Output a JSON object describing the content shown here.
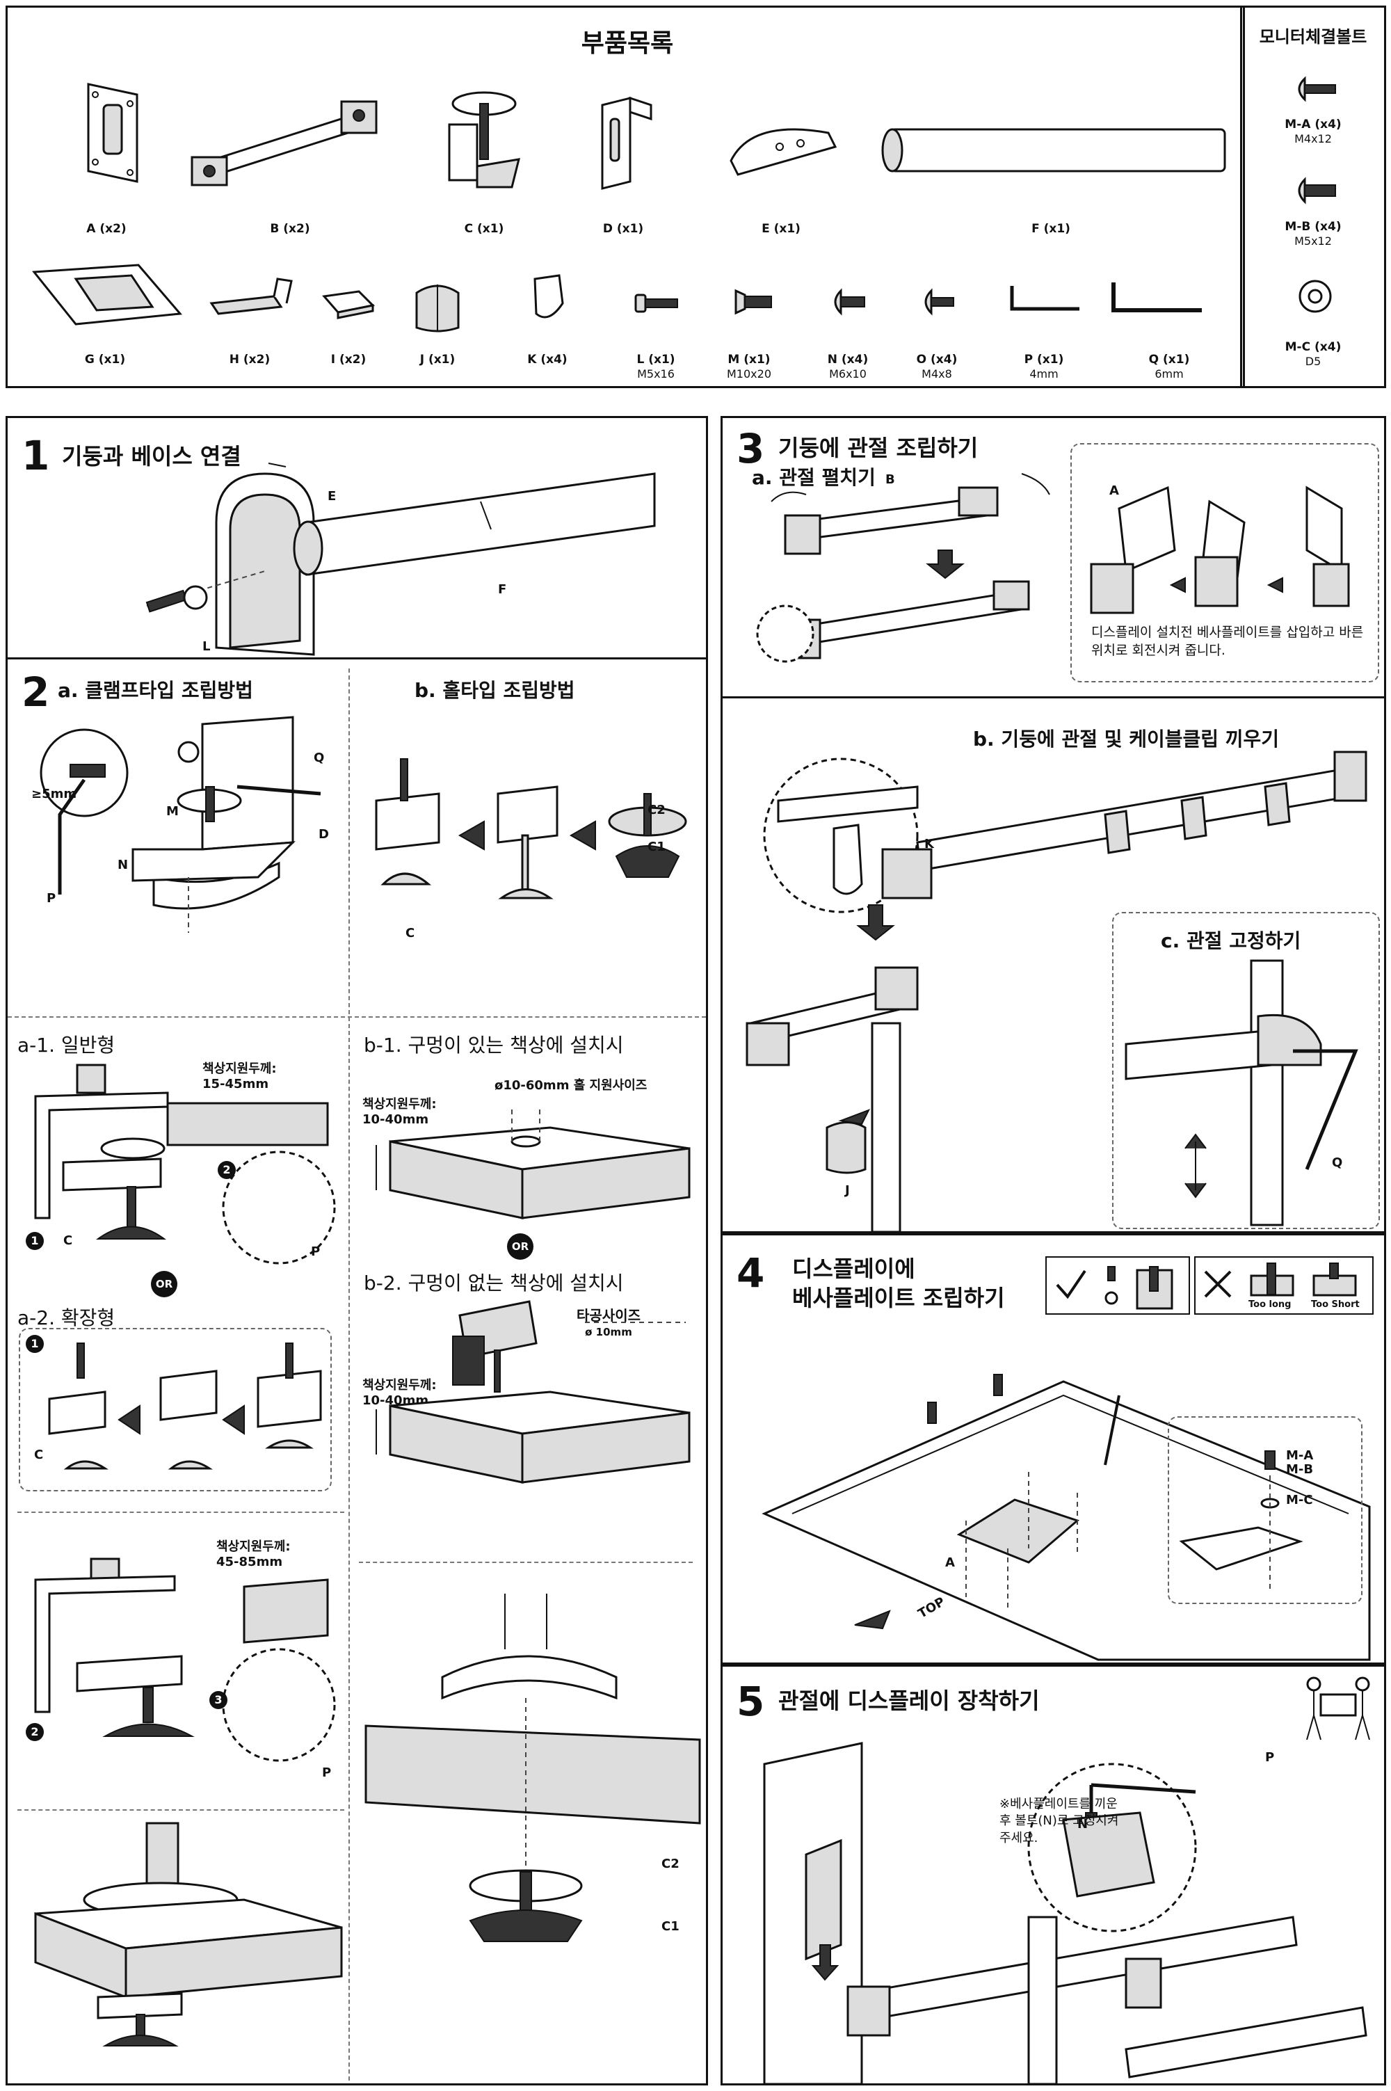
{
  "parts": {
    "title": "부품목록",
    "items": [
      {
        "id": "A",
        "qty": "A (x2)",
        "size": ""
      },
      {
        "id": "B",
        "qty": "B (x2)",
        "size": ""
      },
      {
        "id": "C",
        "qty": "C (x1)",
        "size": ""
      },
      {
        "id": "D",
        "qty": "D (x1)",
        "size": ""
      },
      {
        "id": "E",
        "qty": "E (x1)",
        "size": ""
      },
      {
        "id": "F",
        "qty": "F (x1)",
        "size": ""
      },
      {
        "id": "G",
        "qty": "G (x1)",
        "size": ""
      },
      {
        "id": "H",
        "qty": "H (x2)",
        "size": ""
      },
      {
        "id": "I",
        "qty": "I (x2)",
        "size": ""
      },
      {
        "id": "J",
        "qty": "J (x1)",
        "size": ""
      },
      {
        "id": "K",
        "qty": "K (x4)",
        "size": ""
      },
      {
        "id": "L",
        "qty": "L (x1)",
        "size": "M5x16"
      },
      {
        "id": "M",
        "qty": "M (x1)",
        "size": "M10x20"
      },
      {
        "id": "N",
        "qty": "N (x4)",
        "size": "M6x10"
      },
      {
        "id": "O",
        "qty": "O (x4)",
        "size": "M4x8"
      },
      {
        "id": "P",
        "qty": "P (x1)",
        "size": "4mm"
      },
      {
        "id": "Q",
        "qty": "Q (x1)",
        "size": "6mm"
      }
    ]
  },
  "bolts": {
    "title": "모니터체결볼트",
    "items": [
      {
        "qty": "M-A (x4)",
        "size": "M4x12"
      },
      {
        "qty": "M-B (x4)",
        "size": "M5x12"
      },
      {
        "qty": "M-C (x4)",
        "size": "D5"
      }
    ]
  },
  "s1": {
    "num": "1",
    "title": "기둥과 베이스 연결",
    "labels": {
      "e": "E",
      "f": "F",
      "l": "L"
    }
  },
  "s2": {
    "num": "2",
    "a_title": "a. 클램프타입 조립방법",
    "b_title": "b. 홀타입 조립방법",
    "labels": {
      "q": "Q",
      "m": "M",
      "d": "D",
      "n": "N",
      "p": "P",
      "c": "C",
      "mm5": "≥5mm",
      "c1": "C1",
      "c2": "C2"
    },
    "a1_title": "a-1. 일반형",
    "a1_thick": "책상지원두께:",
    "a1_range": "15-45mm",
    "a2_title": "a-2. 확장형",
    "a2_thick": "책상지원두께:",
    "a2_range": "45-85mm",
    "b1_title": "b-1. 구멍이 있는 책상에 설치시",
    "b1_hole": "ø10-60mm 홀 지원사이즈",
    "b1_thick": "책상지원두께:",
    "b1_range": "10-40mm",
    "b2_title": "b-2. 구멍이 없는 책상에 설치시",
    "b2_drill": "타공사이즈",
    "b2_drill_size": "ø 10mm",
    "b2_thick": "책상지원두께:",
    "b2_range": "10-40mm",
    "or": "OR",
    "steps": {
      "one": "1",
      "two": "2",
      "three": "3"
    }
  },
  "s3": {
    "num": "3",
    "title": "기둥에 관절 조립하기",
    "a_title": "a. 관절 펼치기",
    "b_label": "B",
    "a_label": "A",
    "note": "디스플레이 설치전 베사플레이트를 삽입하고 바른 위치로 회전시켜 줍니다.",
    "b_title": "b. 기둥에 관절 및 케이블클립 끼우기",
    "k_label": "K",
    "j_label": "J",
    "c_title": "c. 관절 고정하기",
    "q_label": "Q"
  },
  "s4": {
    "num": "4",
    "title_1": "디스플레이에",
    "title_2": "베사플레이트 조립하기",
    "too_long": "Too long",
    "too_short": "Too Short",
    "a_label": "A",
    "top": "TOP",
    "ma": "M-A",
    "mb": "M-B",
    "mc": "M-C"
  },
  "s5": {
    "num": "5",
    "title": "관절에 디스플레이 장착하기",
    "note": "※베사플레이트를 끼운후 볼트(N)로 고정시켜 주세요.",
    "p": "P",
    "n": "N"
  }
}
